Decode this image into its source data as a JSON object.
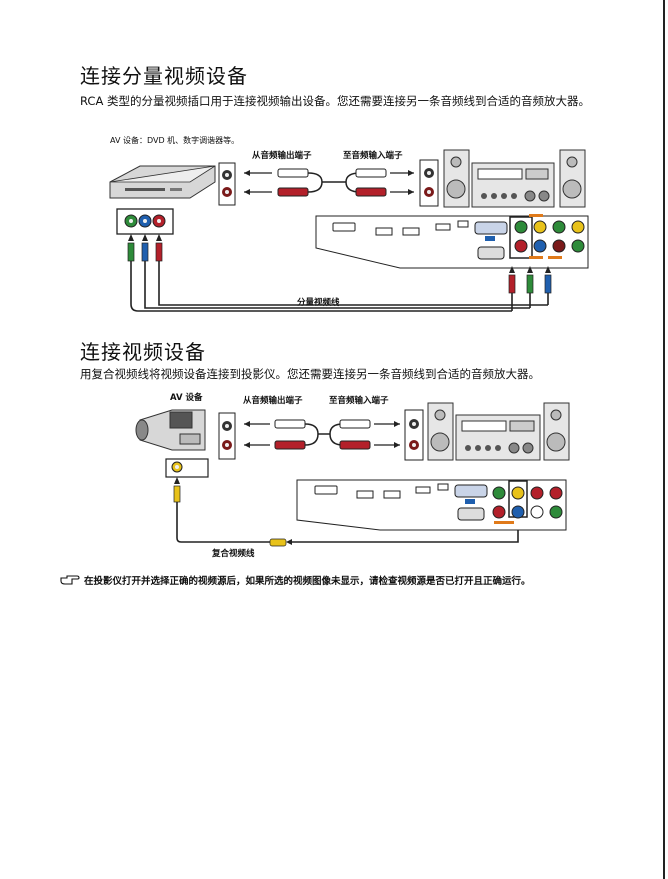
{
  "section1": {
    "title": "连接分量视频设备",
    "description": "RCA 类型的分量视频插口用于连接视频输出设备。您还需要连接另一条音频线到合适的音频放大器。",
    "device_label": "AV 设备：DVD 机、数字调谐器等。",
    "audio_out_label": "从音频输出端子",
    "audio_in_label": "至音频输入端子",
    "cable_label": "分量视频线"
  },
  "section2": {
    "title": "连接视频设备",
    "description": "用复合视频线将视频设备连接到投影仪。您还需要连接另一条音频线到合适的音频放大器。",
    "device_label": "AV 设备",
    "audio_out_label": "从音频输出端子",
    "audio_in_label": "至音频输入端子",
    "cable_label": "复合视频线"
  },
  "note": {
    "icon": "pointing-hand-icon",
    "text": "在投影仪打开并选择正确的视频源后，如果所选的视频图像未显示，请检查视频源是否已打开且正确运行。"
  },
  "colors": {
    "green": "#2e8b3a",
    "blue": "#1f5fae",
    "red": "#b3202a",
    "yellow": "#e8c21a",
    "orange": "#e07a1a",
    "panel_border": "#222222",
    "device_gray": "#d7d7d7"
  }
}
